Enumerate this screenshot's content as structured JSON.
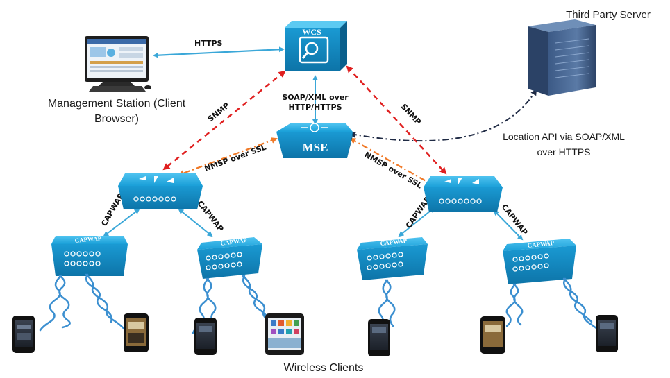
{
  "nodes": {
    "wcs": "WCS",
    "mse": "MSE",
    "third_party_server": "Third Party Server",
    "management_station": [
      "Management Station (Client",
      "Browser)"
    ],
    "wireless_clients": "Wireless Clients",
    "ap_label": "CAPWAP"
  },
  "links": {
    "https": "HTTPS",
    "snmp_left": "SNMP",
    "snmp_right": "SNMP",
    "soap_xml": [
      "SOAP/XML over",
      "HTTP/HTTPS"
    ],
    "nmsp_left": "NMSP over SSL",
    "nmsp_right": "NMSP over SSL",
    "location_api": [
      "Location API via SOAP/XML",
      "over HTTPS"
    ],
    "capwap": "CAPWAP"
  },
  "colors": {
    "cisco_blue": "#1aa0d8",
    "link_blue": "#3aa7d8",
    "snmp_red": "#e02020",
    "nmsp_orange": "#f07a28",
    "api_navy": "#1f2a44",
    "antenna_blue": "#3b8fd0"
  }
}
